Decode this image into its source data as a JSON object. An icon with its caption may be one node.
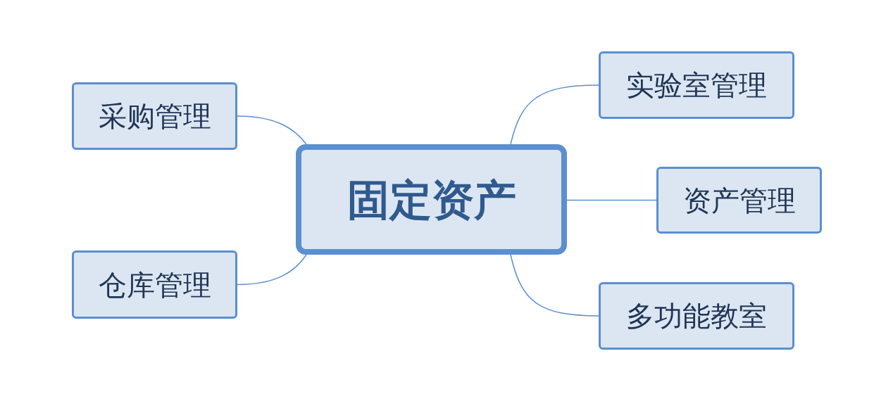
{
  "diagram": {
    "nodes": [
      {
        "text": [
          "固定资产"
        ]
      },
      {
        "text": [
          "采购管理"
        ]
      },
      {
        "text": [
          "实验室管理"
        ]
      },
      {
        "text": [
          "资产管理"
        ]
      },
      {
        "text": [
          "仓库管理"
        ]
      },
      {
        "text": [
          "多功能教室"
        ]
      }
    ],
    "edges": [
      {
        "from": 0,
        "to": 1,
        "arrow": "none"
      },
      {
        "from": 0,
        "to": 2,
        "arrow": "none"
      },
      {
        "from": 0,
        "to": 3,
        "arrow": "none"
      },
      {
        "from": 0,
        "to": 4,
        "arrow": "none"
      },
      {
        "from": 0,
        "to": 5,
        "arrow": "none"
      }
    ]
  }
}
